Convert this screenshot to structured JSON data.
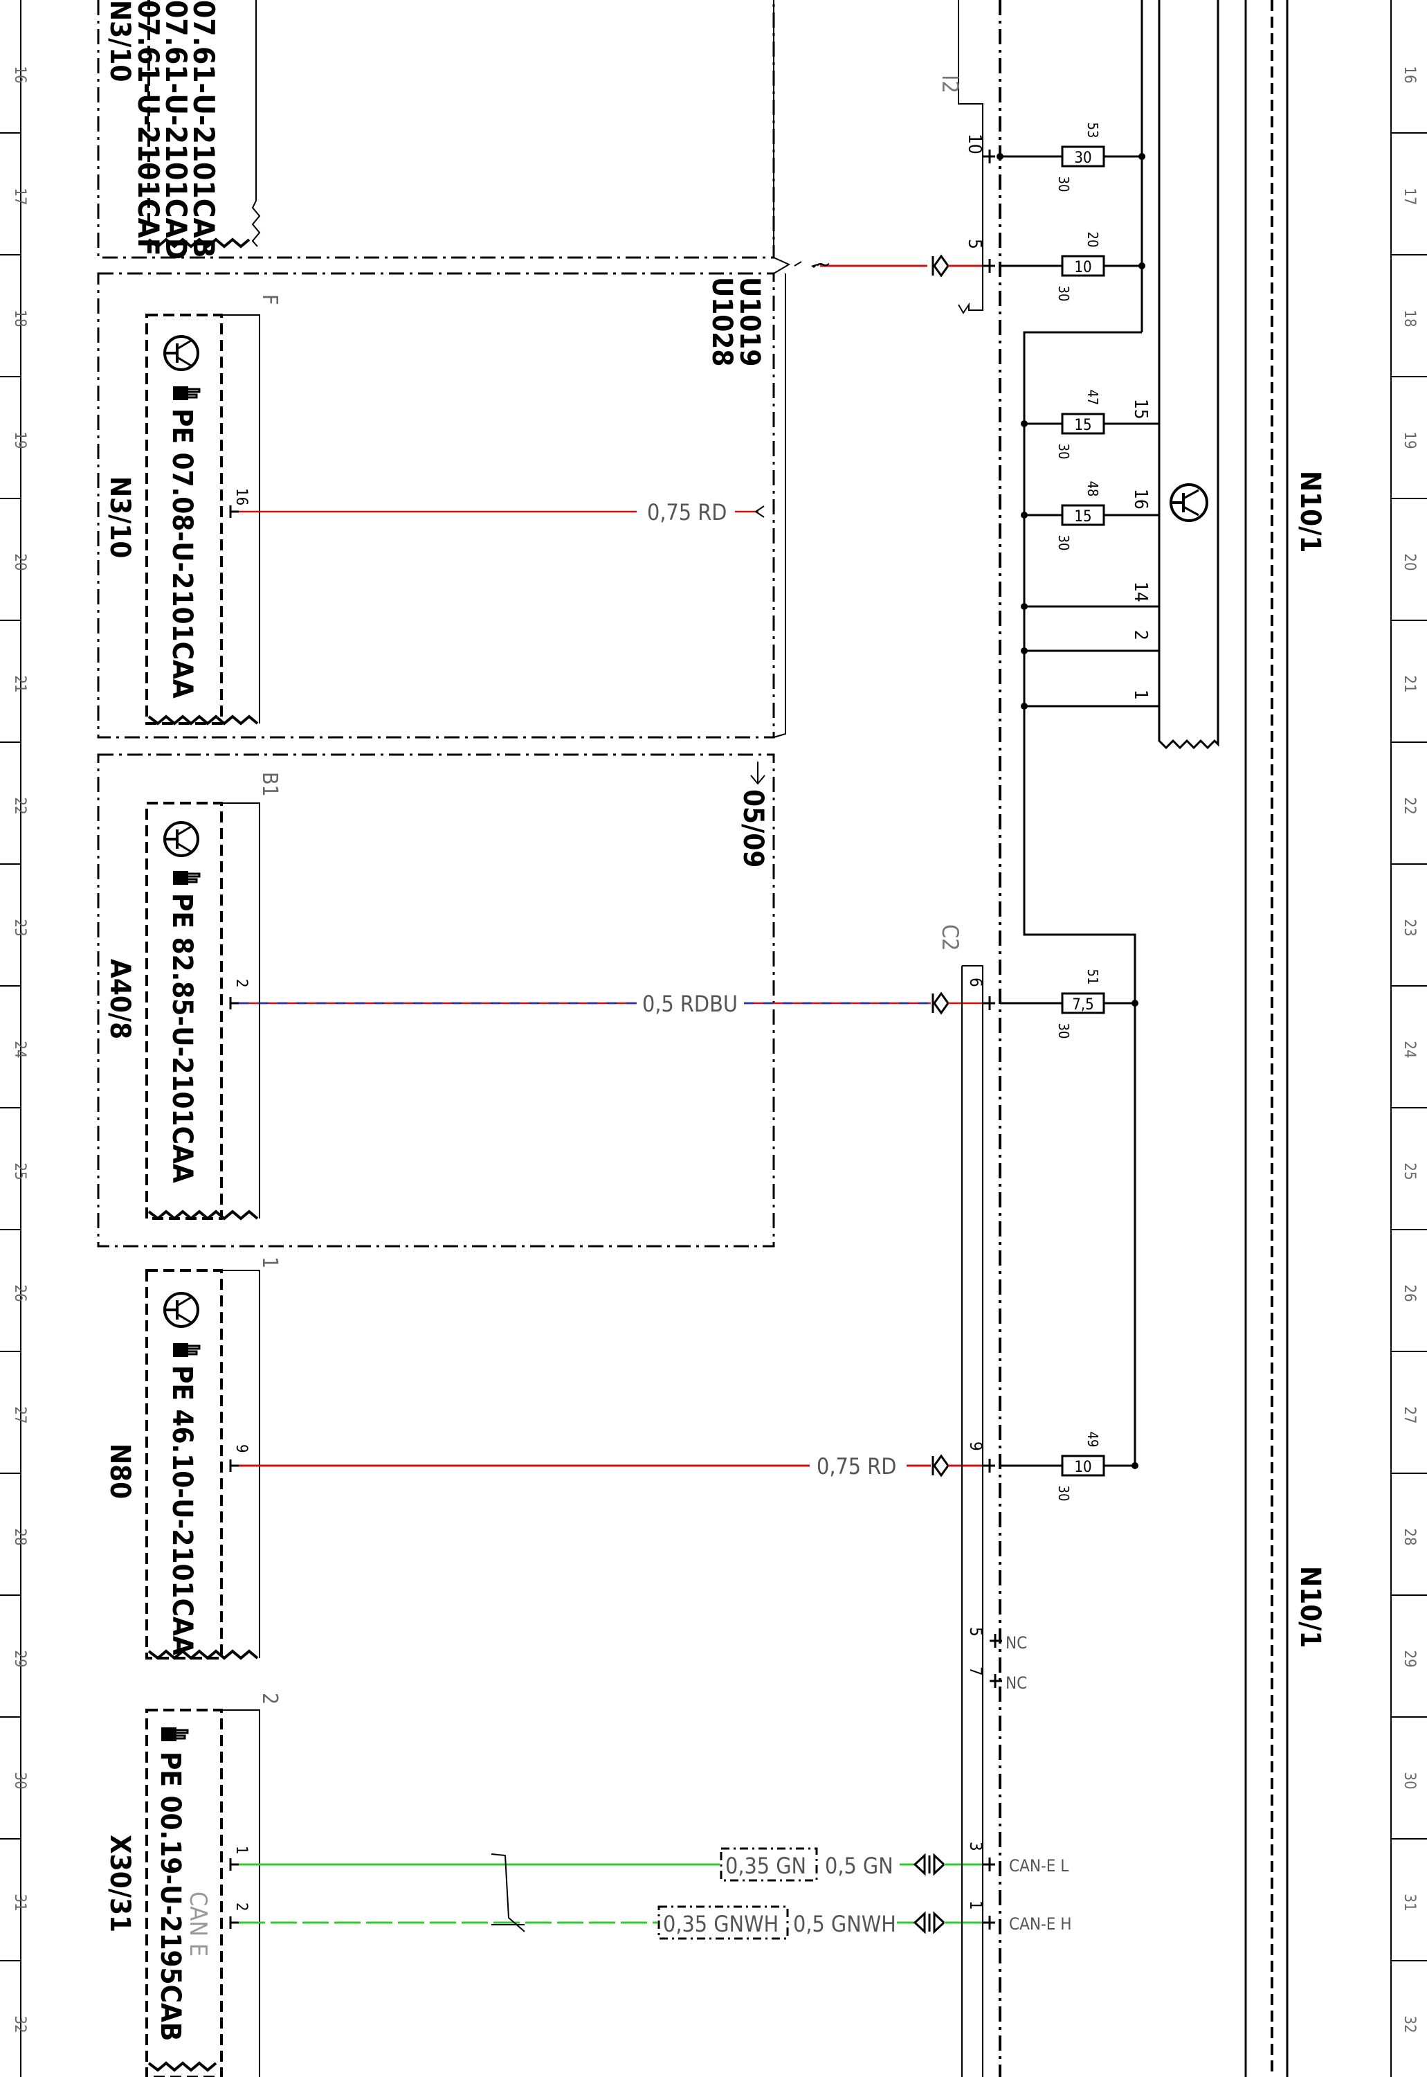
{
  "diagram": {
    "grid_rows": [
      "16",
      "17",
      "18",
      "19",
      "20",
      "21",
      "22",
      "23",
      "24",
      "25",
      "26",
      "27",
      "28",
      "29",
      "30",
      "31",
      "32"
    ],
    "top_box": {
      "refs": [
        "07.61-U-2101CAB",
        "07.61-U-2101CAD",
        "07.61-U-2101CAF"
      ],
      "label": "N3/10"
    },
    "group_u": {
      "codes": [
        "U1019",
        "U1028"
      ],
      "xref": "05/09"
    },
    "components": [
      {
        "id": "n3-10",
        "name": "N3/10",
        "pe_ref": "PE 07.08-U-2101CAA",
        "connector": "F",
        "pin": "16",
        "wire_label": "0,75 RD",
        "color": "#d01010"
      },
      {
        "id": "a40-8",
        "name": "A40/8",
        "pe_ref": "PE 82.85-U-2101CAA",
        "connector": "B1",
        "pin": "2",
        "wire_label": "0,5 RDBU",
        "color": "#d01010",
        "color2": "#1a2fb0"
      },
      {
        "id": "n80",
        "name": "N80",
        "pe_ref": "PE 46.10-U-2101CAA",
        "connector": "1",
        "pin": "9",
        "wire_label": "0,75 RD",
        "color": "#d01010"
      },
      {
        "id": "x30-31",
        "name": "X30/31",
        "pe_ref": "PE 00.19-U-2195CAB",
        "connector": "2",
        "bus_label": "CAN E",
        "pins": [
          "1",
          "2"
        ],
        "wire_inner": [
          "0,35 GN",
          "0,35 GNWH"
        ],
        "wire_outer": [
          "0,5 GN",
          "0,5 GNWH"
        ],
        "color": "#2ecc2e"
      }
    ],
    "connectors_right": [
      {
        "name": "I2",
        "pins": [
          "10",
          "5"
        ]
      },
      {
        "name": "C2",
        "pins": [
          "6",
          "9",
          "5",
          "7",
          "3",
          "1"
        ]
      }
    ],
    "nc_label": "NC",
    "can_signals": [
      "CAN-E L",
      "CAN-E H"
    ],
    "fuses": [
      {
        "num": "53",
        "rating": "30",
        "terminal": "30"
      },
      {
        "num": "20",
        "rating": "10",
        "terminal": "30"
      },
      {
        "num": "47",
        "rating": "15",
        "terminal": "30"
      },
      {
        "num": "48",
        "rating": "15",
        "terminal": "30"
      },
      {
        "num": "51",
        "rating": "7,5",
        "terminal": "30"
      },
      {
        "num": "49",
        "rating": "10",
        "terminal": "30"
      }
    ],
    "bus_terminals": [
      "15",
      "16",
      "14",
      "2",
      "1"
    ],
    "module_label": "N10/1",
    "wire_bundle_marker": "~"
  }
}
